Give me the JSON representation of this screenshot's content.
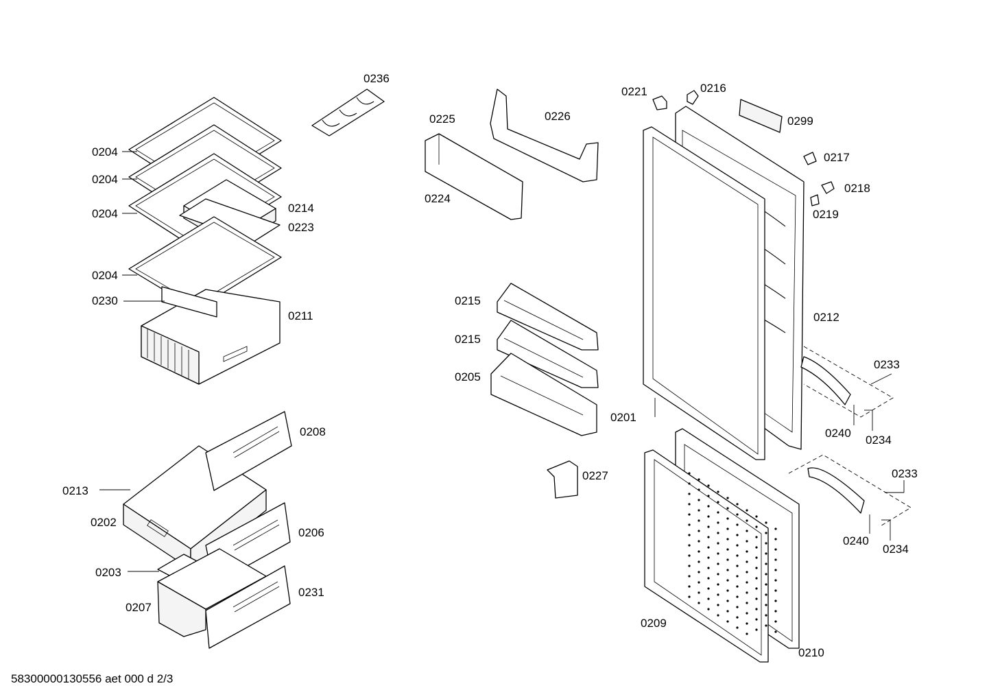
{
  "labels": [
    "0236",
    "0204",
    "0204",
    "0204",
    "0214",
    "0223",
    "0204",
    "0230",
    "0211",
    "0225",
    "0226",
    "0224",
    "0215",
    "0215",
    "0205",
    "0227",
    "0221",
    "0216",
    "0299",
    "0217",
    "0218",
    "0219",
    "0212",
    "0233",
    "0240",
    "0234",
    "0201",
    "0233",
    "0240",
    "0234",
    "0209",
    "0210",
    "0208",
    "0213",
    "0202",
    "0206",
    "0203",
    "0231",
    "0207"
  ],
  "footer": "58300000130556 aet 000 d 2/3"
}
